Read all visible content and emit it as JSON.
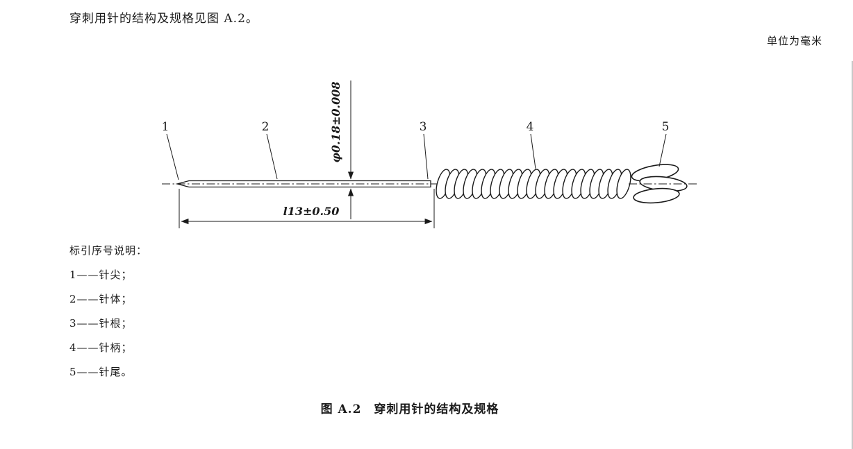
{
  "page": {
    "intro": "穿刺用针的结构及规格见图 A.2。",
    "unit_note": "单位为毫米"
  },
  "figure": {
    "caption": "图 A.2　穿刺用针的结构及规格",
    "part_labels": [
      "1",
      "2",
      "3",
      "4",
      "5"
    ],
    "dimensions": {
      "diameter": "φ0.18±0.008",
      "length": "l13±0.50"
    }
  },
  "legend": {
    "title": "标引序号说明：",
    "items": [
      "1——针尖；",
      "2——针体；",
      "3——针根；",
      "4——针柄；",
      "5——针尾。"
    ]
  }
}
